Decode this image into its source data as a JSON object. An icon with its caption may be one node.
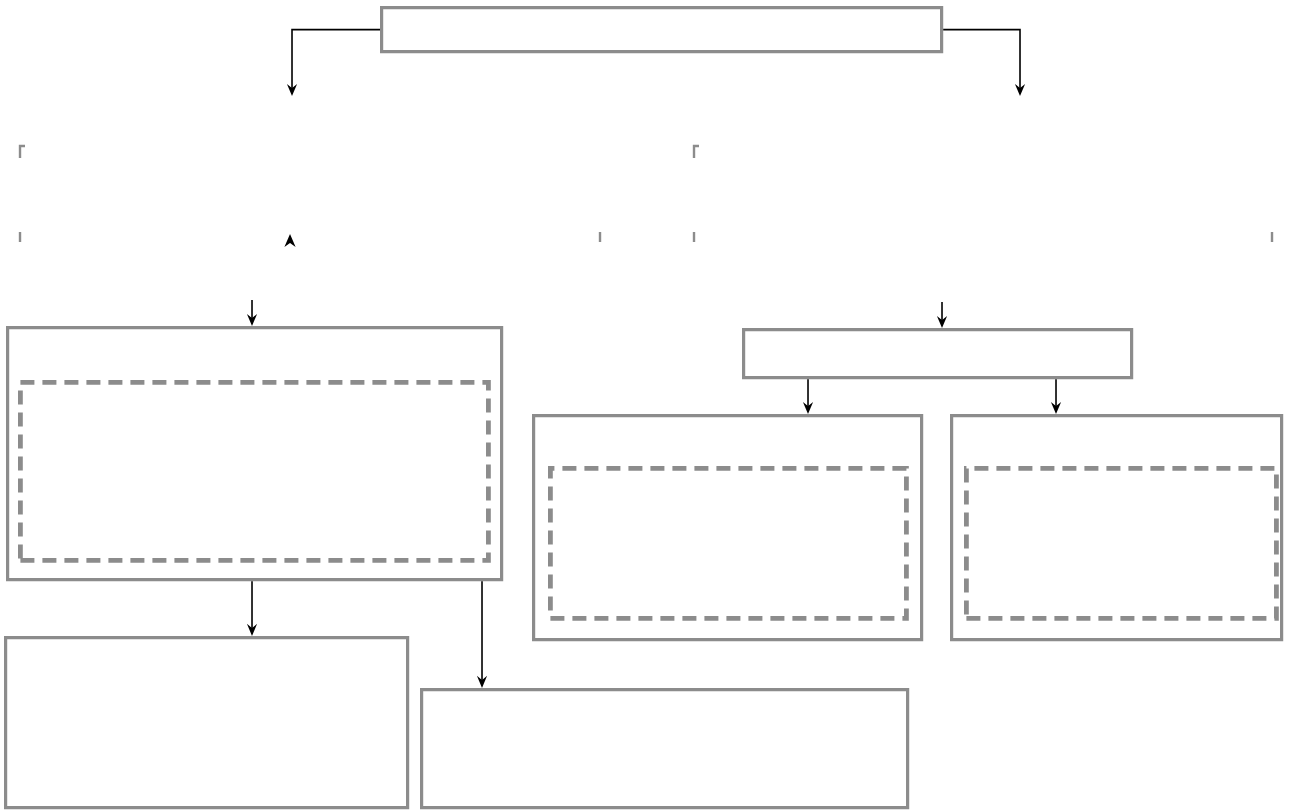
{
  "diagram": {
    "nodes": [
      {
        "text": [],
        "shape": "box"
      },
      {
        "text": [],
        "shape": "box"
      },
      {
        "text": [],
        "shape": "box",
        "in": 1
      },
      {
        "text": [],
        "shape": "box"
      },
      {
        "text": [],
        "shape": "box"
      },
      {
        "text": [],
        "shape": "box",
        "in": 4
      },
      {
        "text": [],
        "shape": "box"
      },
      {
        "text": [],
        "shape": "box",
        "in": 6
      },
      {
        "text": [],
        "shape": "box"
      },
      {
        "text": [],
        "shape": "box"
      }
    ],
    "edges": [
      {
        "from": 0,
        "to": null,
        "arrow": "to"
      },
      {
        "from": 0,
        "to": null,
        "arrow": "to"
      },
      {
        "from": null,
        "to": 1,
        "arrow": "to"
      },
      {
        "from": null,
        "to": 3,
        "arrow": "to"
      },
      {
        "from": 3,
        "to": 4,
        "arrow": "to"
      },
      {
        "from": 3,
        "to": 6,
        "arrow": "to"
      },
      {
        "from": 1,
        "to": 8,
        "arrow": "to"
      },
      {
        "from": 1,
        "to": 9,
        "arrow": "to"
      }
    ]
  }
}
